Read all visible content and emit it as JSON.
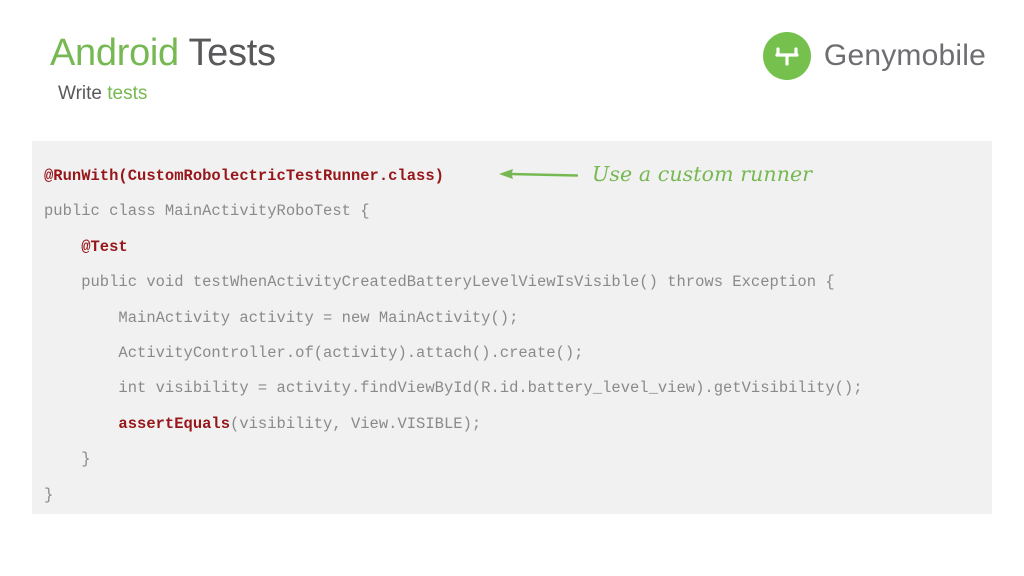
{
  "slide": {
    "title": {
      "accent": "Android",
      "rest": "Tests"
    },
    "subtitle": {
      "rest": "Write",
      "accent": "tests"
    }
  },
  "brand": {
    "name": "Genymobile",
    "mark_icon": "genymobile-logo-icon",
    "mark_color": "#76c04e",
    "text_color": "#6d6e71"
  },
  "colors": {
    "accent_green": "#76b852",
    "title_gray": "#59595b",
    "code_gray": "#8a8a8a",
    "code_annotation_red": "#96161a",
    "code_panel_bg": "#f1f1f1"
  },
  "code": {
    "lines": [
      {
        "indent": 0,
        "segments": [
          {
            "text": "@RunWith(CustomRobolectricTestRunner.class)",
            "style": "annotation"
          }
        ]
      },
      {
        "indent": 0,
        "segments": [
          {
            "text": "public class MainActivityRoboTest {",
            "style": "plain"
          }
        ]
      },
      {
        "indent": 1,
        "segments": [
          {
            "text": "@Test",
            "style": "annotation"
          }
        ]
      },
      {
        "indent": 1,
        "segments": [
          {
            "text": "public void testWhenActivityCreatedBatteryLevelViewIsVisible() throws Exception {",
            "style": "plain"
          }
        ]
      },
      {
        "indent": 2,
        "segments": [
          {
            "text": "MainActivity activity = new MainActivity();",
            "style": "plain"
          }
        ]
      },
      {
        "indent": 2,
        "segments": [
          {
            "text": "ActivityController.of(activity).attach().create();",
            "style": "plain"
          }
        ]
      },
      {
        "indent": 2,
        "segments": [
          {
            "text": "int visibility = activity.findViewById(R.id.battery_level_view).getVisibility();",
            "style": "plain"
          }
        ]
      },
      {
        "indent": 2,
        "segments": [
          {
            "text": "assertEquals",
            "style": "annotation"
          },
          {
            "text": "(visibility, View.VISIBLE);",
            "style": "plain"
          }
        ]
      },
      {
        "indent": 1,
        "segments": [
          {
            "text": "}",
            "style": "plain"
          }
        ]
      },
      {
        "indent": 0,
        "segments": [
          {
            "text": "}",
            "style": "plain"
          }
        ]
      }
    ]
  },
  "annotation": {
    "text": "Use a custom runner",
    "arrow_direction": "left",
    "color": "#76b852"
  }
}
